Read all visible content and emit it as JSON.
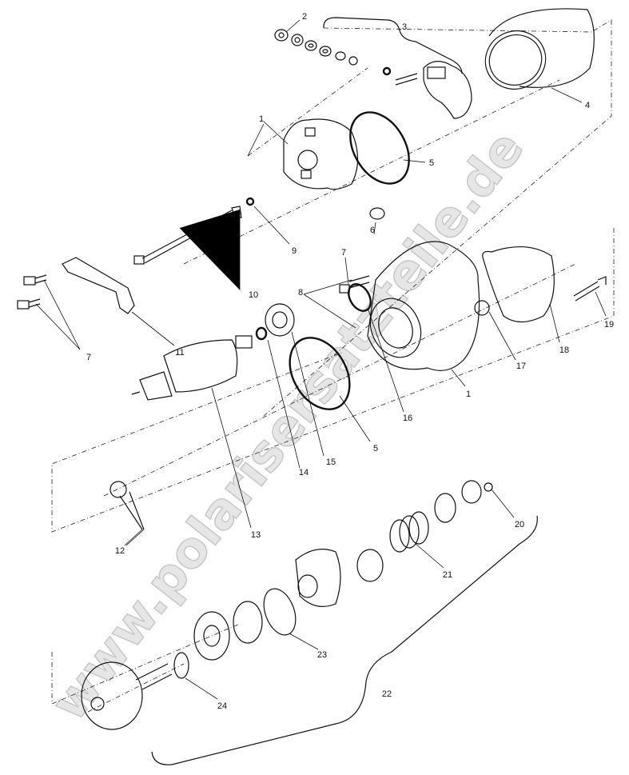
{
  "watermark": "www.polarisersatzteile.de",
  "callouts": [
    "2",
    "3",
    "4",
    "1",
    "5",
    "9",
    "10",
    "6",
    "7",
    "8",
    "19",
    "18",
    "17",
    "1",
    "16",
    "5",
    "15",
    "14",
    "13",
    "12",
    "20",
    "21",
    "23",
    "22",
    "24",
    "7",
    "11"
  ]
}
